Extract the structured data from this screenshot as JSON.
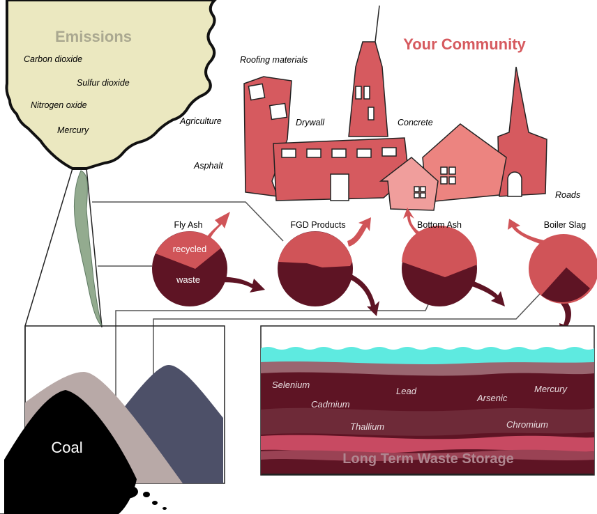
{
  "emissions": {
    "title": "Emissions",
    "items": [
      "Carbon dioxide",
      "Sulfur dioxide",
      "Nitrogen oxide",
      "Mercury"
    ]
  },
  "community": {
    "title": "Your Community",
    "uses": [
      "Roofing materials",
      "Agriculture",
      "Drywall",
      "Concrete",
      "Asphalt",
      "Roads"
    ]
  },
  "byproducts": [
    {
      "name": "Fly Ash",
      "labels": [
        "recycled",
        "waste"
      ]
    },
    {
      "name": "FGD Products"
    },
    {
      "name": "Bottom Ash"
    },
    {
      "name": "Boiler Slag"
    }
  ],
  "coal": {
    "label": "Coal"
  },
  "storage": {
    "title": "Long Term Waste Storage",
    "contaminants": [
      "Selenium",
      "Lead",
      "Arsenic",
      "Mercury",
      "Cadmium",
      "Thallium",
      "Chromium"
    ]
  },
  "colors": {
    "emissions_cloud": "#ebe8c0",
    "community_red": "#d65a5f",
    "waste_dark": "#5e1424",
    "recycled_red": "#d05458",
    "water": "#5eeae0",
    "coal": "#000000",
    "slate": "#4d5068",
    "ash_grey": "#b8a9a7",
    "smoke": "#93ab8f"
  }
}
